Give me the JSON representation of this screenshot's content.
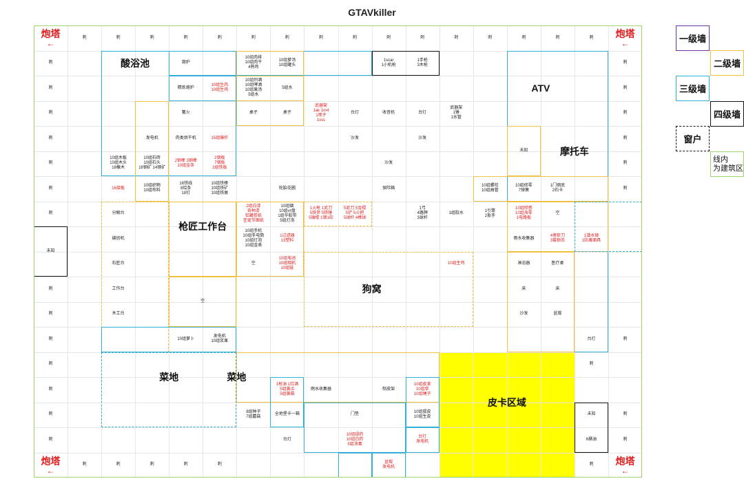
{
  "title": "GTAVkiller",
  "tower_label": "炮塔",
  "tower_arrow": "←",
  "legend": [
    {
      "label": "一级墙",
      "style": "w1"
    },
    {
      "label": "二级墙",
      "style": "w2"
    },
    {
      "label": "三级墙",
      "style": "w3"
    },
    {
      "label": "四级墙",
      "style": "w4"
    },
    {
      "label": "窗户",
      "style": "w5"
    },
    {
      "label": "线内\n为建筑区",
      "style": "boundary"
    }
  ],
  "colors": {
    "wall_level_1": "#7030a0",
    "wall_level_2": "#f0c040",
    "wall_level_3": "#30b0d8",
    "wall_level_4": "#111111",
    "building_boundary": "#9ed36a",
    "pickup_area": "#ffff00",
    "important_text": "#e02020"
  },
  "cells": [
    {
      "c": 1,
      "r": 0,
      "t": "刺"
    },
    {
      "c": 2,
      "r": 0,
      "t": "刺"
    },
    {
      "c": 3,
      "r": 0,
      "t": "刺"
    },
    {
      "c": 4,
      "r": 0,
      "t": "刺"
    },
    {
      "c": 5,
      "r": 0,
      "t": "刺"
    },
    {
      "c": 6,
      "r": 0,
      "t": "刺"
    },
    {
      "c": 7,
      "r": 0,
      "t": "刺"
    },
    {
      "c": 8,
      "r": 0,
      "t": "刺"
    },
    {
      "c": 9,
      "r": 0,
      "t": "刺"
    },
    {
      "c": 10,
      "r": 0,
      "t": "刺"
    },
    {
      "c": 11,
      "r": 0,
      "t": "刺"
    },
    {
      "c": 12,
      "r": 0,
      "t": "刺"
    },
    {
      "c": 13,
      "r": 0,
      "t": "刺"
    },
    {
      "c": 14,
      "r": 0,
      "t": "刺"
    },
    {
      "c": 15,
      "r": 0,
      "t": "刺"
    },
    {
      "c": 16,
      "r": 0,
      "t": "刺"
    },
    {
      "c": 0,
      "r": 1,
      "t": "刺"
    },
    {
      "c": 0,
      "r": 2,
      "t": "刺"
    },
    {
      "c": 0,
      "r": 3,
      "t": "刺"
    },
    {
      "c": 0,
      "r": 4,
      "t": "刺"
    },
    {
      "c": 0,
      "r": 5,
      "t": "刺"
    },
    {
      "c": 0,
      "r": 6,
      "t": "刺"
    },
    {
      "c": 0,
      "r": 7,
      "t": "刺"
    },
    {
      "c": 0,
      "r": 10,
      "t": "刺"
    },
    {
      "c": 0,
      "r": 11,
      "t": "刺"
    },
    {
      "c": 0,
      "r": 12,
      "t": "刺"
    },
    {
      "c": 0,
      "r": 13,
      "t": "刺"
    },
    {
      "c": 0,
      "r": 14,
      "t": "刺"
    },
    {
      "c": 0,
      "r": 15,
      "t": "刺"
    },
    {
      "c": 0,
      "r": 16,
      "t": "刺"
    },
    {
      "c": 17,
      "r": 1,
      "t": "刺"
    },
    {
      "c": 17,
      "r": 2,
      "t": "刺"
    },
    {
      "c": 17,
      "r": 3,
      "t": "刺"
    },
    {
      "c": 17,
      "r": 4,
      "t": "刺"
    },
    {
      "c": 17,
      "r": 5,
      "t": "刺"
    },
    {
      "c": 17,
      "r": 6,
      "t": "刺"
    },
    {
      "c": 17,
      "r": 12,
      "t": "刺"
    },
    {
      "c": 17,
      "r": 15,
      "t": "刺"
    },
    {
      "c": 17,
      "r": 16,
      "t": "刺"
    },
    {
      "c": 1,
      "r": 17,
      "t": "刺"
    },
    {
      "c": 2,
      "r": 17,
      "t": "刺"
    },
    {
      "c": 3,
      "r": 17,
      "t": "刺"
    },
    {
      "c": 4,
      "r": 17,
      "t": "刺"
    },
    {
      "c": 5,
      "r": 17,
      "t": "刺"
    },
    {
      "c": 16,
      "r": 17,
      "t": "刺"
    },
    {
      "c": 16,
      "r": 13,
      "t": "刺"
    },
    {
      "c": 2,
      "r": 1,
      "cs": 2,
      "rs": 1,
      "t": "酸浴池",
      "big": true
    },
    {
      "c": 4,
      "r": 1,
      "t": "熔炉"
    },
    {
      "c": 6,
      "r": 1,
      "t": "10组肉排\n10组肉干\n4熟鸡"
    },
    {
      "c": 7,
      "r": 1,
      "t": "10组萝汤\n10组罐头"
    },
    {
      "c": 10,
      "r": 1,
      "t": "1scar\n1小机枪"
    },
    {
      "c": 11,
      "r": 1,
      "t": "1手枪\n3木枪"
    },
    {
      "c": 4,
      "r": 2,
      "t": "精炼熔炉"
    },
    {
      "c": 5,
      "r": 2,
      "t": "10组生肉\n10组生鸡",
      "red": true
    },
    {
      "c": 6,
      "r": 2,
      "t": "10组烈酒\n10组啤酒\n10组果汤\n5组水"
    },
    {
      "c": 7,
      "r": 2,
      "t": "5组水"
    },
    {
      "c": 14,
      "r": 2,
      "cs": 2,
      "t": "ATV",
      "big": true
    },
    {
      "c": 4,
      "r": 3,
      "t": "篝火"
    },
    {
      "c": 6,
      "r": 3,
      "t": "桌子"
    },
    {
      "c": 7,
      "r": 3,
      "t": "桌子"
    },
    {
      "c": 8,
      "r": 3,
      "t": "武器架\n1ak 1m4\n1喷子\n1vss",
      "red": true
    },
    {
      "c": 9,
      "r": 3,
      "t": "台灯"
    },
    {
      "c": 10,
      "r": 3,
      "t": "收音机"
    },
    {
      "c": 11,
      "r": 3,
      "t": "台灯"
    },
    {
      "c": 12,
      "r": 3,
      "t": "武器架\n1锤\n1水管"
    },
    {
      "c": 3,
      "r": 4,
      "t": "发电机"
    },
    {
      "c": 4,
      "r": 4,
      "t": "肉类烘干机"
    },
    {
      "c": 5,
      "r": 4,
      "t": "15组爆炸",
      "red": true
    },
    {
      "c": 9,
      "r": 4,
      "t": "沙发"
    },
    {
      "c": 11,
      "r": 4,
      "t": "沙发"
    },
    {
      "c": 14,
      "r": 4,
      "rs": 2,
      "t": "未知"
    },
    {
      "c": 15,
      "r": 4,
      "cs": 2,
      "rs": 2,
      "t": "摩托车",
      "big": true
    },
    {
      "c": 2,
      "r": 5,
      "t": "10组木板\n10组木头\n18橡木"
    },
    {
      "c": 3,
      "r": 5,
      "t": "10组石砖\n10组石头\n18钢矿 14钢矿"
    },
    {
      "c": 4,
      "r": 5,
      "t": "2钢棒 3钢棒\n10组金条",
      "red": true
    },
    {
      "c": 5,
      "r": 5,
      "t": "2钢板\n7钢板\n2组铁板",
      "red": true
    },
    {
      "c": 10,
      "r": 5,
      "t": "沙发"
    },
    {
      "c": 2,
      "r": 6,
      "t": "16接板",
      "red": true
    },
    {
      "c": 3,
      "r": 6,
      "t": "10组织物\n10组布料"
    },
    {
      "c": 4,
      "r": 6,
      "t": "16铁线\n8铝条\n18钉"
    },
    {
      "c": 5,
      "r": 6,
      "t": "10组铁棒\n10组铁矿\n10组铁屑"
    },
    {
      "c": 7,
      "r": 6,
      "t": "轮胎花圃"
    },
    {
      "c": 10,
      "r": 6,
      "t": "保险箱"
    },
    {
      "c": 13,
      "r": 6,
      "t": "10组螺栓\n10组曲管"
    },
    {
      "c": 14,
      "r": 6,
      "t": "10组修零\n7弹簧"
    },
    {
      "c": 15,
      "r": 6,
      "t": "1门钢底\n2石卡"
    },
    {
      "c": 2,
      "r": 7,
      "t": "分解台"
    },
    {
      "c": 4,
      "r": 7,
      "cs": 2,
      "rs": 2,
      "t": "枪匠工作台",
      "big": true
    },
    {
      "c": 6,
      "r": 7,
      "t": "2组白漆\n各种漆\n铝罐卷纸\n圣诞节面纸",
      "red": true
    },
    {
      "c": 7,
      "r": 7,
      "t": "10组烟\n10组vr盘\n1组华胶带\n5组灯泡"
    },
    {
      "c": 8,
      "r": 7,
      "t": "1火枪 1武刀\n5铁斧 5铁锤\n5镐棍 1钢1砍",
      "red": true
    },
    {
      "c": 9,
      "r": 7,
      "t": "5武刀 5金棍\n5铲 5火把\n5球杆 4棒球",
      "red": true
    },
    {
      "c": 11,
      "r": 7,
      "t": "1弓\n4路牌\n3球杆"
    },
    {
      "c": 12,
      "r": 7,
      "t": "1组胶水"
    },
    {
      "c": 13,
      "r": 7,
      "t": "1引擎\n2扳手"
    },
    {
      "c": 14,
      "r": 7,
      "t": "10组修感\n10组海零\n1电路板",
      "red": true
    },
    {
      "c": 15,
      "r": 7,
      "t": "空"
    },
    {
      "c": 0,
      "r": 8,
      "rs": 2,
      "t": "未知"
    },
    {
      "c": 2,
      "r": 8,
      "t": "缝纫机"
    },
    {
      "c": 6,
      "r": 8,
      "t": "10组手机\n10组手电筒\n10组灯泡\n10组金表"
    },
    {
      "c": 7,
      "r": 8,
      "t": "1过滤器\n13塑料",
      "red": true
    },
    {
      "c": 14,
      "r": 8,
      "t": "雨水收集器"
    },
    {
      "c": 15,
      "r": 8,
      "t": "4者斩刀\n3套狼衣",
      "red": true
    },
    {
      "c": 16,
      "r": 8,
      "t": "1潜水镜\n1防毒面具",
      "red": true
    },
    {
      "c": 2,
      "r": 9,
      "t": "石匠台"
    },
    {
      "c": 6,
      "r": 9,
      "t": "空"
    },
    {
      "c": 7,
      "r": 9,
      "t": "10组电池\n10组相机\n10组链",
      "red": true
    },
    {
      "c": 12,
      "r": 9,
      "t": "10组生鸡",
      "red": true
    },
    {
      "c": 14,
      "r": 9,
      "t": "淋浴器"
    },
    {
      "c": 15,
      "r": 9,
      "t": "医疗桌"
    },
    {
      "c": 2,
      "r": 10,
      "t": "工作台"
    },
    {
      "c": 4,
      "r": 10,
      "cs": 2,
      "rs": 2,
      "t": "空"
    },
    {
      "c": 8,
      "r": 10,
      "cs": 4,
      "rs": 1,
      "t": "狗窝",
      "big": true
    },
    {
      "c": 14,
      "r": 10,
      "t": "床"
    },
    {
      "c": 15,
      "r": 10,
      "t": "床"
    },
    {
      "c": 2,
      "r": 11,
      "t": "木工台"
    },
    {
      "c": 14,
      "r": 11,
      "t": "沙发"
    },
    {
      "c": 15,
      "r": 11,
      "t": "盆栽"
    },
    {
      "c": 4,
      "r": 12,
      "t": "10组萝卜"
    },
    {
      "c": 5,
      "r": 12,
      "t": "发电机\n10组浆果"
    },
    {
      "c": 16,
      "r": 12,
      "t": "台灯"
    },
    {
      "c": 3,
      "r": 13,
      "cs": 2,
      "rs": 2,
      "t": "菜地",
      "big": true
    },
    {
      "c": 5,
      "r": 13,
      "cs": 2,
      "rs": 2,
      "t": "菜地",
      "big": true
    },
    {
      "c": 7,
      "r": 14,
      "t": "1枪油 1红酒\n5组黄瓜\n5组黄幕",
      "red": true
    },
    {
      "c": 8,
      "r": 14,
      "t": "雨水收集器"
    },
    {
      "c": 10,
      "r": 14,
      "t": "制皮架"
    },
    {
      "c": 11,
      "r": 14,
      "t": "10组皮革\n10组草\n10组绳子",
      "red": true
    },
    {
      "c": 12,
      "r": 14,
      "cs": 4,
      "rs": 2,
      "t": "皮卡区域",
      "big": true
    },
    {
      "c": 6,
      "r": 15,
      "t": "8组种子\n7组蘑菇"
    },
    {
      "c": 7,
      "r": 15,
      "t": "全地堡卡一箱"
    },
    {
      "c": 9,
      "r": 15,
      "t": "门垫"
    },
    {
      "c": 11,
      "r": 15,
      "t": "10组狐皮\n10组生皮"
    },
    {
      "c": 16,
      "r": 15,
      "t": "未知"
    },
    {
      "c": 7,
      "r": 16,
      "t": "台灯"
    },
    {
      "c": 9,
      "r": 16,
      "t": "10组绿药\n10组白药\n5组消毒",
      "red": true
    },
    {
      "c": 11,
      "r": 16,
      "t": "台灯\n发电机",
      "red": true
    },
    {
      "c": 16,
      "r": 16,
      "t": "6桶油"
    },
    {
      "c": 10,
      "r": 17,
      "t": "盆栽\n发电机",
      "red": true
    }
  ]
}
